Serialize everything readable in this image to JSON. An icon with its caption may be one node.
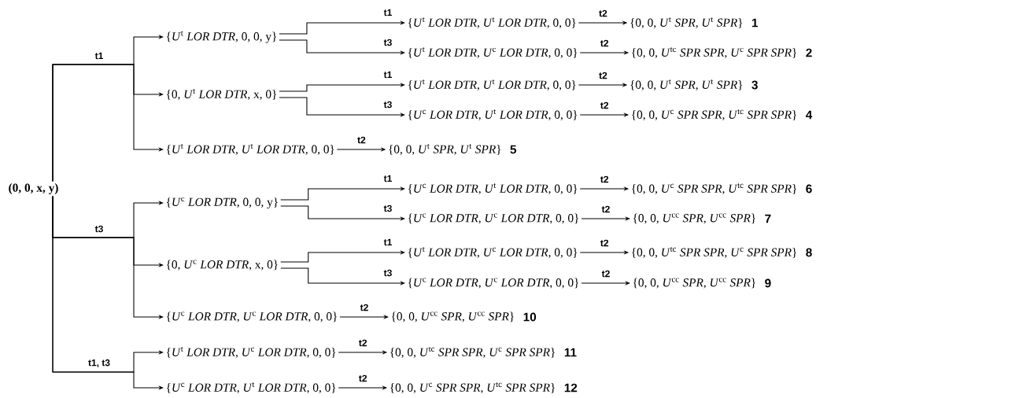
{
  "diagram": {
    "nodes": [
      {
        "text": [
          "(0, 0, x, y)"
        ]
      },
      {
        "text": [
          "{*U*$^{t}$ *LOR DTR*, 0, 0, y}"
        ]
      },
      {
        "text": [
          "{*U*$^{t}$ *LOR DTR*, *U*$^{t}$ *LOR DTR*, 0, 0}"
        ]
      },
      {
        "text": [
          "{0, 0, *U*$^{t}$ *SPR*, *U*$^{t}$ *SPR*}"
        ],
        "beside": [
          "1"
        ]
      },
      {
        "text": [
          "{*U*$^{t}$ *LOR DTR*, *U*$^{c}$ *LOR DTR*, 0, 0}"
        ]
      },
      {
        "text": [
          "{0, 0, *U*$^{tc}$ *SPR SPR*, *U*$^{c}$ *SPR SPR*}"
        ],
        "beside": [
          "2"
        ]
      },
      {
        "text": [
          "{0, *U*$^{t}$ *LOR DTR*, x, 0}"
        ]
      },
      {
        "text": [
          "{*U*$^{t}$ *LOR DTR*, *U*$^{t}$ *LOR DTR*, 0, 0}"
        ]
      },
      {
        "text": [
          "{0, 0, *U*$^{t}$ *SPR*, *U*$^{t}$ *SPR*}"
        ],
        "beside": [
          "3"
        ]
      },
      {
        "text": [
          "{*U*$^{c}$ *LOR DTR*, *U*$^{t}$ *LOR DTR*, 0, 0}"
        ]
      },
      {
        "text": [
          "{0, 0, *U*$^{c}$ *SPR SPR*, *U*$^{tc}$ *SPR SPR*}"
        ],
        "beside": [
          "4"
        ]
      },
      {
        "text": [
          "{*U*$^{t}$ *LOR DTR*, *U*$^{t}$ *LOR DTR*, 0, 0}"
        ]
      },
      {
        "text": [
          "{0, 0, *U*$^{t}$ *SPR*, *U*$^{t}$ *SPR*}"
        ],
        "beside": [
          "5"
        ]
      },
      {
        "text": [
          "{*U*$^{c}$ *LOR DTR*, 0, 0, y}"
        ]
      },
      {
        "text": [
          "{*U*$^{c}$ *LOR DTR*, *U*$^{t}$ *LOR DTR*, 0, 0}"
        ]
      },
      {
        "text": [
          "{0, 0, *U*$^{c}$ *SPR SPR*, *U*$^{tc}$ *SPR SPR*}"
        ],
        "beside": [
          "6"
        ]
      },
      {
        "text": [
          "{*U*$^{c}$ *LOR DTR*, *U*$^{c}$ *LOR DTR*, 0, 0}"
        ]
      },
      {
        "text": [
          "{0, 0, *U*$^{cc}$ *SPR*, *U*$^{cc}$ *SPR*}"
        ],
        "beside": [
          "7"
        ]
      },
      {
        "text": [
          "{0, *U*$^{c}$ *LOR DTR*, x, 0}"
        ]
      },
      {
        "text": [
          "{*U*$^{t}$ *LOR DTR*, *U*$^{c}$ *LOR DTR*, 0, 0}"
        ]
      },
      {
        "text": [
          "{0, 0, *U*$^{tc}$ *SPR SPR*, *U*$^{c}$ *SPR SPR*}"
        ],
        "beside": [
          "8"
        ]
      },
      {
        "text": [
          "{*U*$^{c}$ *LOR DTR*, *U*$^{c}$ *LOR DTR*, 0, 0}"
        ]
      },
      {
        "text": [
          "{0, 0, *U*$^{cc}$ *SPR*, *U*$^{cc}$ *SPR*}"
        ],
        "beside": [
          "9"
        ]
      },
      {
        "text": [
          "{*U*$^{c}$ *LOR DTR*, *U*$^{c}$ *LOR DTR*, 0, 0}"
        ]
      },
      {
        "text": [
          "{0, 0, *U*$^{cc}$ *SPR*, *U*$^{cc}$ *SPR*}"
        ],
        "beside": [
          "10"
        ]
      },
      {
        "text": [
          "{*U*$^{t}$ *LOR DTR*, *U*$^{c}$ *LOR DTR*, 0, 0}"
        ]
      },
      {
        "text": [
          "{0, 0, *U*$^{tc}$ *SPR SPR*, *U*$^{c}$ *SPR SPR*}"
        ],
        "beside": [
          "11"
        ]
      },
      {
        "text": [
          "{*U*$^{c}$ *LOR DTR*, *U*$^{t}$ *LOR DTR*, 0, 0}"
        ]
      },
      {
        "text": [
          "{0, 0, *U*$^{c}$ *SPR SPR*, *U*$^{tc}$ *SPR SPR*}"
        ],
        "beside": [
          "12"
        ]
      }
    ],
    "edges": [
      {
        "from": 0,
        "to": 1,
        "arrow": "to",
        "label": "t1"
      },
      {
        "from": 0,
        "to": 6,
        "arrow": "to"
      },
      {
        "from": 0,
        "to": 11,
        "arrow": "to"
      },
      {
        "from": 0,
        "to": 13,
        "arrow": "to",
        "label": "t3"
      },
      {
        "from": 0,
        "to": 18,
        "arrow": "to"
      },
      {
        "from": 0,
        "to": 23,
        "arrow": "to"
      },
      {
        "from": 0,
        "to": 25,
        "arrow": "to",
        "label": "t1, t3"
      },
      {
        "from": 0,
        "to": 27,
        "arrow": "to"
      },
      {
        "from": 1,
        "to": 2,
        "arrow": "to",
        "label": "t1"
      },
      {
        "from": 1,
        "to": 4,
        "arrow": "to",
        "label": "t3"
      },
      {
        "from": 2,
        "to": 3,
        "arrow": "to",
        "label": "t2"
      },
      {
        "from": 4,
        "to": 5,
        "arrow": "to",
        "label": "t2"
      },
      {
        "from": 6,
        "to": 7,
        "arrow": "to",
        "label": "t1"
      },
      {
        "from": 6,
        "to": 9,
        "arrow": "to",
        "label": "t3"
      },
      {
        "from": 7,
        "to": 8,
        "arrow": "to",
        "label": "t2"
      },
      {
        "from": 9,
        "to": 10,
        "arrow": "to",
        "label": "t2"
      },
      {
        "from": 11,
        "to": 12,
        "arrow": "to",
        "label": "t2"
      },
      {
        "from": 13,
        "to": 14,
        "arrow": "to",
        "label": "t1"
      },
      {
        "from": 13,
        "to": 16,
        "arrow": "to",
        "label": "t3"
      },
      {
        "from": 14,
        "to": 15,
        "arrow": "to",
        "label": "t2"
      },
      {
        "from": 16,
        "to": 17,
        "arrow": "to",
        "label": "t2"
      },
      {
        "from": 18,
        "to": 19,
        "arrow": "to",
        "label": "t1"
      },
      {
        "from": 18,
        "to": 21,
        "arrow": "to",
        "label": "t3"
      },
      {
        "from": 19,
        "to": 20,
        "arrow": "to",
        "label": "t2"
      },
      {
        "from": 21,
        "to": 22,
        "arrow": "to",
        "label": "t2"
      },
      {
        "from": 23,
        "to": 24,
        "arrow": "to",
        "label": "t2"
      },
      {
        "from": 25,
        "to": 26,
        "arrow": "to",
        "label": "t2"
      },
      {
        "from": 27,
        "to": 28,
        "arrow": "to",
        "label": "t2"
      }
    ]
  }
}
